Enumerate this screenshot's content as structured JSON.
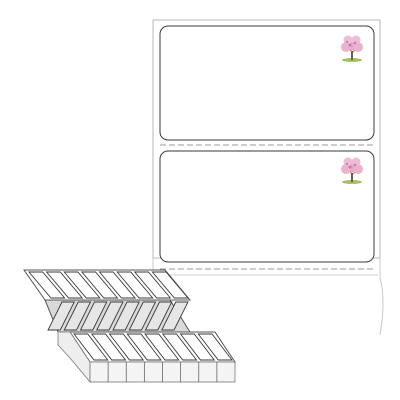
{
  "product": {
    "kind": "fanfold direct-thermal label stock",
    "label_count_shown": 2,
    "fold_stack_columns": 8
  },
  "colors": {
    "background": "#ffffff",
    "liner_outline": "#b8b8b8",
    "label_outline": "#3a3a3a",
    "perforation": "#9a9a9a",
    "fold_shade": "#d9d9d9",
    "stack_edge": "#777777",
    "blossom_pink": "#e6a6c6",
    "blossom_dark": "#c8789e",
    "trunk": "#7a5a3a",
    "grass": "#8fb03a"
  },
  "icons": {
    "label_decoration": "cherry-blossom-tree-icon"
  }
}
